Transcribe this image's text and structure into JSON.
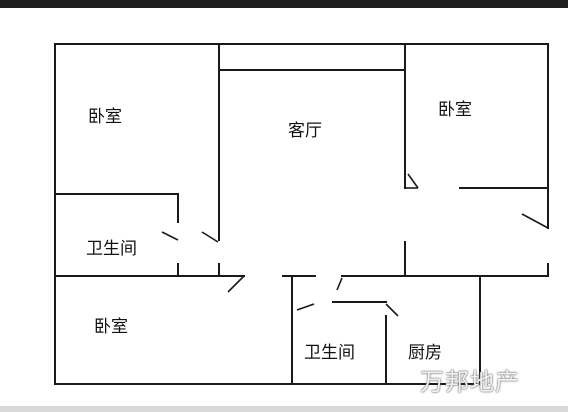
{
  "rooms": {
    "bedroom_top_left": "卧室",
    "living_room": "客厅",
    "bedroom_top_right": "卧室",
    "bathroom_left": "卫生间",
    "bedroom_bottom_left": "卧室",
    "bathroom_center": "卫生间",
    "kitchen": "厨房"
  },
  "watermark": "万邦地产"
}
